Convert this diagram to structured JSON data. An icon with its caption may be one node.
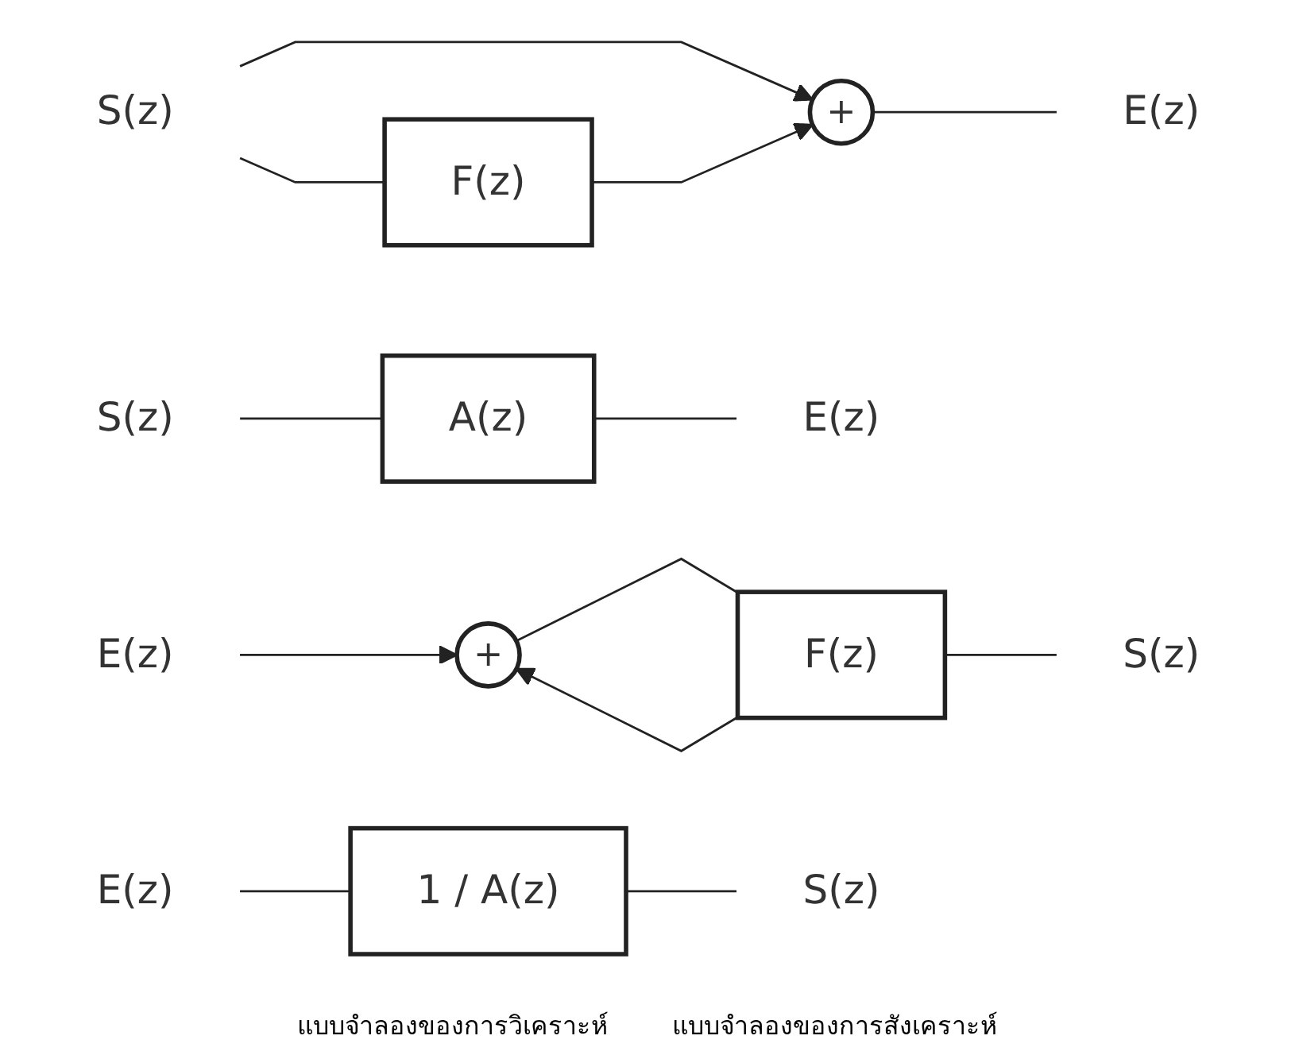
{
  "diagram": {
    "nodes": [
      {
        "text": [
          "S(z)"
        ]
      },
      {
        "text": [
          "+"
        ]
      },
      {
        "text": [
          "E(z)"
        ]
      },
      {
        "text": [
          "F(z)"
        ]
      },
      {
        "text": [
          "S(z)"
        ]
      },
      {
        "text": [
          "A(z)"
        ]
      },
      {
        "text": [
          "E(z)"
        ]
      },
      {
        "text": [
          "E(z)"
        ]
      },
      {
        "text": [
          "+"
        ]
      },
      {
        "text": [
          "F(z)"
        ]
      },
      {
        "text": [
          "S(z)"
        ]
      },
      {
        "text": [
          "E(z)"
        ]
      },
      {
        "text": [
          "1 / A(z)"
        ]
      },
      {
        "text": [
          "S(z)"
        ]
      }
    ],
    "edges": [
      {
        "from": 0,
        "to": 1,
        "arrow": "to"
      },
      {
        "from": 0,
        "to": 3,
        "arrow": "none"
      },
      {
        "from": 3,
        "to": 1,
        "arrow": "to"
      },
      {
        "from": 1,
        "to": 2,
        "arrow": "none"
      },
      {
        "from": 4,
        "to": 5,
        "arrow": "none"
      },
      {
        "from": 5,
        "to": 6,
        "arrow": "none"
      },
      {
        "from": 7,
        "to": 8,
        "arrow": "to"
      },
      {
        "from": 8,
        "to": 9,
        "arrow": "none"
      },
      {
        "from": 9,
        "to": 10,
        "arrow": "none"
      },
      {
        "from": 9,
        "to": 8,
        "arrow": "to"
      },
      {
        "from": 11,
        "to": 12,
        "arrow": "none"
      },
      {
        "from": 12,
        "to": 13,
        "arrow": "none"
      }
    ],
    "labels": [
      "แบบจำลองของการวิเคราะห์",
      "แบบจำลองของการสังเคราะห์"
    ]
  }
}
